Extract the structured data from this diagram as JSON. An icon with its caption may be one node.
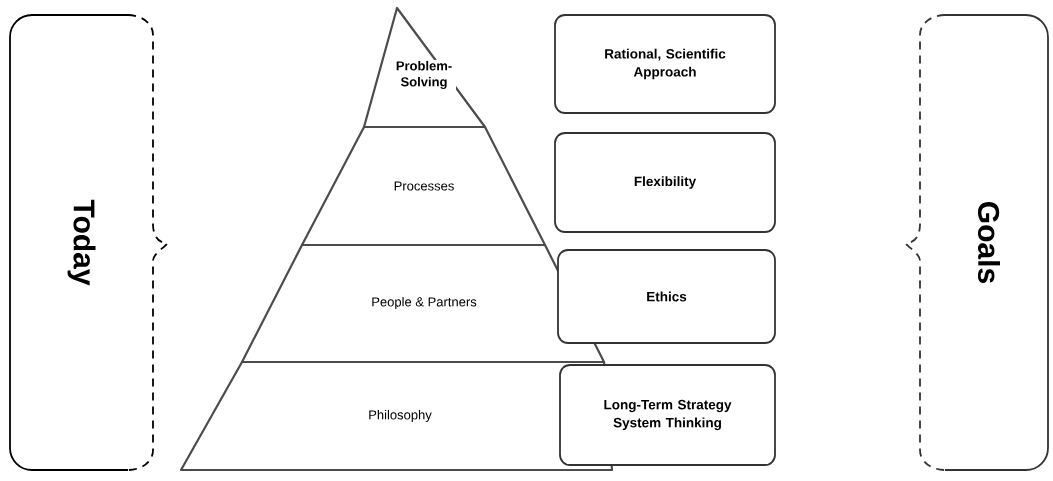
{
  "diagram": {
    "nodes": [
      {
        "text": [
          "Today"
        ]
      },
      {
        "text": [
          "Problem-Solving"
        ]
      },
      {
        "text": [
          "Processes"
        ]
      },
      {
        "text": [
          "People & Partners"
        ]
      },
      {
        "text": [
          "Philosophy"
        ]
      },
      {
        "text": [
          "Rational, Scientific Approach"
        ]
      },
      {
        "text": [
          "Flexibility"
        ]
      },
      {
        "text": [
          "Ethics"
        ]
      },
      {
        "text": [
          "Long-Term Strategy System Thinking"
        ]
      },
      {
        "text": [
          "Goals"
        ]
      }
    ]
  }
}
